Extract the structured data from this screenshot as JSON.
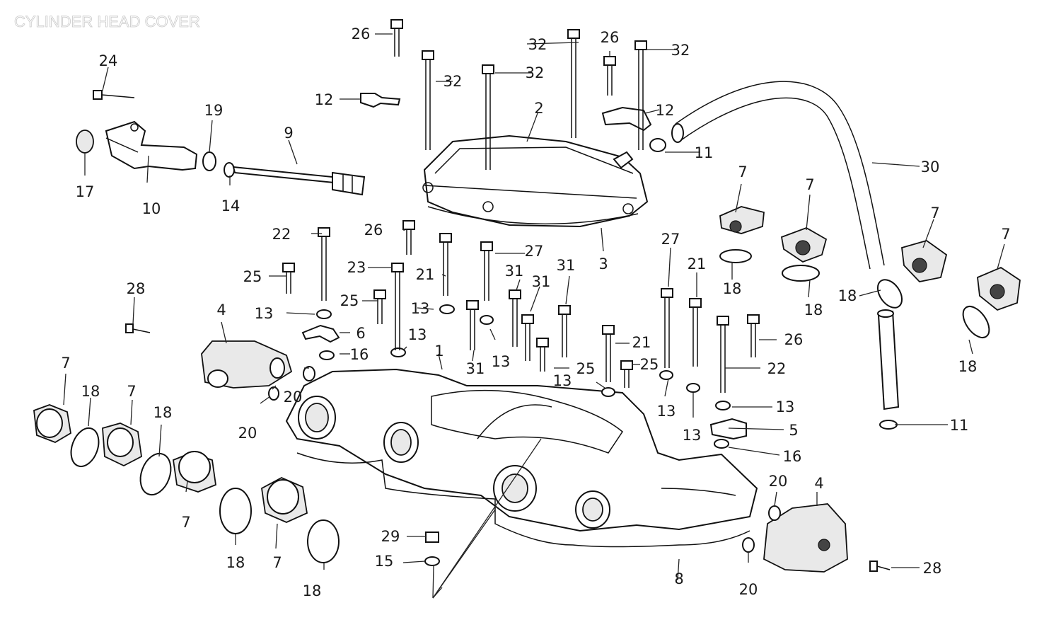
{
  "title": "CYLINDER HEAD COVER",
  "callouts": {
    "c1": "1",
    "c2": "2",
    "c3": "3",
    "c4": "4",
    "c5": "5",
    "c6": "6",
    "c7": "7",
    "c8": "8",
    "c9": "9",
    "c10": "10",
    "c11": "11",
    "c12": "12",
    "c13": "13",
    "c14": "14",
    "c15": "15",
    "c16": "16",
    "c17": "17",
    "c18": "18",
    "c19": "19",
    "c20": "20",
    "c21": "21",
    "c22": "22",
    "c23": "23",
    "c24": "24",
    "c25": "25",
    "c26": "26",
    "c27": "27",
    "c28": "28",
    "c29": "29",
    "c30": "30",
    "c31": "31",
    "c32": "32"
  },
  "colors": {
    "line": "#111111",
    "background": "#ffffff",
    "title_ghost": "#c9c9c9"
  }
}
